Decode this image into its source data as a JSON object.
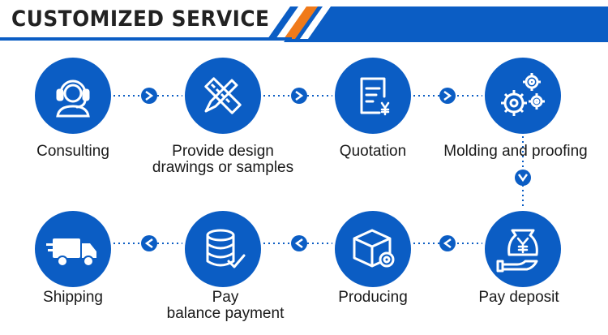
{
  "header": {
    "title": "CUSTOMIZED SERVICE"
  },
  "colors": {
    "primary": "#0b5dc4",
    "accent": "#f07a1a",
    "icon": "#ffffff"
  },
  "steps": [
    {
      "label_line1": "Consulting",
      "label_line2": "",
      "icon": "headset-person-icon"
    },
    {
      "label_line1": "Provide design",
      "label_line2": "drawings or samples",
      "icon": "design-tools-icon"
    },
    {
      "label_line1": "Quotation",
      "label_line2": "",
      "icon": "quotation-document-icon"
    },
    {
      "label_line1": "Molding and proofing",
      "label_line2": "",
      "icon": "gears-icon"
    },
    {
      "label_line1": "Pay deposit",
      "label_line2": "",
      "icon": "hand-yen-icon"
    },
    {
      "label_line1": "Producing",
      "label_line2": "",
      "icon": "box-gear-icon"
    },
    {
      "label_line1": "Pay",
      "label_line2": "balance payment",
      "icon": "database-check-icon"
    },
    {
      "label_line1": "Shipping",
      "label_line2": "",
      "icon": "truck-icon"
    }
  ]
}
